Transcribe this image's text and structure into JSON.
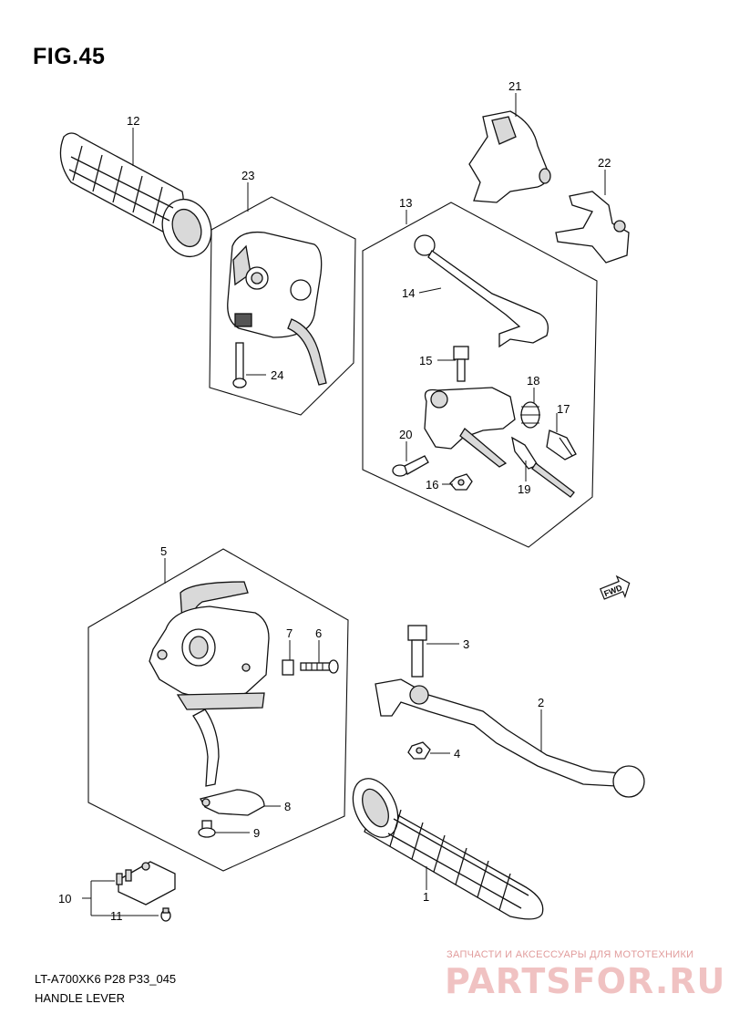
{
  "header": {
    "figure_title": "FIG.45"
  },
  "footer": {
    "model_code": "LT-A700XK6 P28 P33_045",
    "section_name": "HANDLE LEVER"
  },
  "watermark": {
    "caption": "ЗАПЧАСТИ И АКСЕССУАРЫ ДЛЯ МОТОТЕХНИКИ",
    "logo_text": "PARTSFOR.RU",
    "color": "#e9a3a3"
  },
  "direction_marker": {
    "label": "FWD"
  },
  "callouts": {
    "p1": "1",
    "p2": "2",
    "p3": "3",
    "p4": "4",
    "p5": "5",
    "p6": "6",
    "p7": "7",
    "p8": "8",
    "p9": "9",
    "p10": "10",
    "p11": "11",
    "p12": "12",
    "p13": "13",
    "p14": "14",
    "p15": "15",
    "p16": "16",
    "p17": "17",
    "p18": "18",
    "p19": "19",
    "p20": "20",
    "p21": "21",
    "p22": "22",
    "p23": "23",
    "p24": "24"
  }
}
